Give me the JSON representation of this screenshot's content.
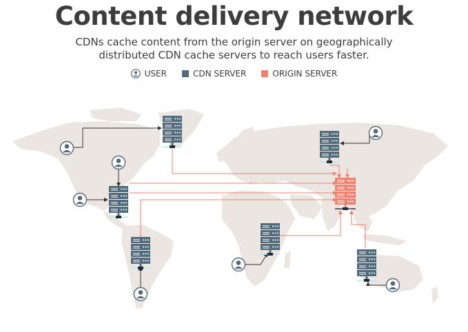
{
  "title": "Content delivery network",
  "subtitle_lines": [
    "CDNs cache content from the origin server on geographically",
    "distributed CDN cache servers to reach users faster."
  ],
  "legend": {
    "user": "USER",
    "cdn_server": "CDN SERVER",
    "origin_server": "ORIGIN SERVER"
  },
  "colors": {
    "text": "#3d3d3d",
    "map": "#ebe6e1",
    "server": "#546a79",
    "server_light": "#aee6f5",
    "origin": "#f07f6e",
    "link": "#333333"
  },
  "icons": {
    "user": "user-icon",
    "cdn_server": "server-rack-icon",
    "origin_server": "origin-server-icon"
  }
}
